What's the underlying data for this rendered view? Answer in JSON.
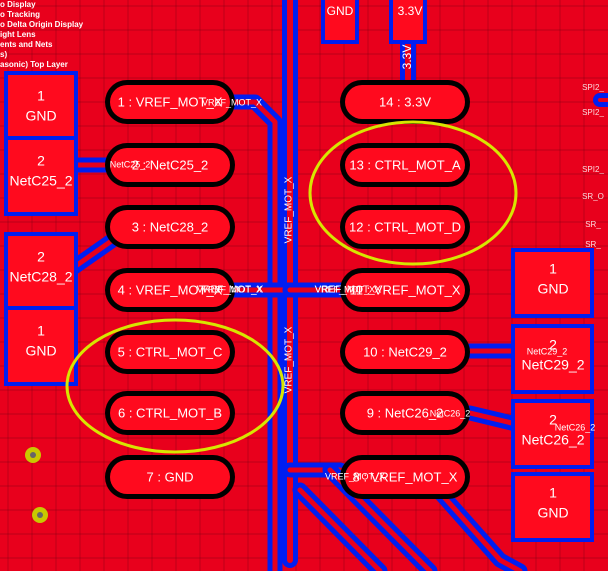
{
  "colors": {
    "copper": "#e8001c",
    "clearance": "#001ef0",
    "grid": "#7a0010",
    "silkscreen": "#ffffff",
    "pad": "#ff0a1e",
    "highlight": "#d7e600",
    "overlay_bg": "#ff0010"
  },
  "overlay_lines": [
    "o Display",
    "o Tracking",
    "o Delta Origin Display",
    "ight Lens",
    "ents and Nets",
    "s)",
    "asonic) Top Layer"
  ],
  "ic_left_pads": [
    {
      "label": "1 : VREF_MOT_X",
      "net": "VREF_MOT_X"
    },
    {
      "label": "2 : NetC25_2",
      "net": "NetC25_2"
    },
    {
      "label": "3 : NetC28_2",
      "net": ""
    },
    {
      "label": "4 : VREF_MOT_X",
      "net": "VREF_MOT_X"
    },
    {
      "label": "5 : CTRL_MOT_C",
      "net": ""
    },
    {
      "label": "6 : CTRL_MOT_B",
      "net": ""
    },
    {
      "label": "7 : GND",
      "net": ""
    }
  ],
  "ic_right_pads": [
    {
      "label": "14 : 3.3V",
      "net": ""
    },
    {
      "label": "13 : CTRL_MOT_A",
      "net": ""
    },
    {
      "label": "12 : CTRL_MOT_D",
      "net": ""
    },
    {
      "label": "11 : VREF_MOT_X",
      "net": "VREF_MOT_X"
    },
    {
      "label": "10 : NetC29_2",
      "net": ""
    },
    {
      "label": "9 : NetC26_2",
      "net": "NetC26_2"
    },
    {
      "label": "8 : VREF_MOT_X",
      "net": "VREF_MOT_X"
    }
  ],
  "left_components": [
    {
      "num": "1",
      "net": "GND"
    },
    {
      "num": "2",
      "net": "NetC25_2"
    },
    {
      "num": "2",
      "net": "NetC28_2"
    },
    {
      "num": "1",
      "net": "GND"
    }
  ],
  "right_components": [
    {
      "num": "1",
      "net": "GND"
    },
    {
      "num": "2",
      "net": "NetC29_2"
    },
    {
      "num": "2",
      "net": "NetC26_2"
    },
    {
      "num": "1",
      "net": "GND"
    }
  ],
  "top_labels": {
    "gnd": "GND",
    "v33": "3.3V",
    "v33_vertical": "3.3V"
  },
  "trace_labels": {
    "vref_vertical_1": "VREF_MOT_X",
    "vref_vertical_2": "VREF_MOT_X",
    "vref_mid_left": "VREF_MOT_X",
    "vref_mid_right": "VREF_MOT_X",
    "netc26_small": "NetC26_2",
    "netc29_small": "NetC29_2"
  },
  "edge_labels": [
    "SPI2_",
    "SPI2_",
    "SPI2_",
    "SR_O",
    "SR_",
    "SR_"
  ]
}
